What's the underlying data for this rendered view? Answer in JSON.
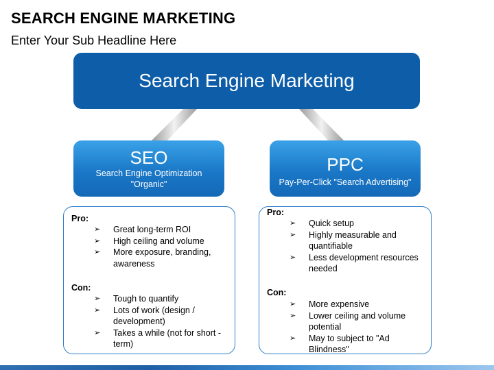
{
  "header": {
    "title": "SEARCH ENGINE MARKETING",
    "subtitle": "Enter Your Sub Headline Here"
  },
  "diagram": {
    "root": "Search Engine Marketing",
    "branches": [
      {
        "title": "SEO",
        "lines": [
          "Search Engine Optimization",
          "\"Organic\""
        ]
      },
      {
        "title": "PPC",
        "lines": [
          "Pay-Per-Click \"Search Advertising\""
        ]
      }
    ]
  },
  "panels": {
    "seo": {
      "pro_label": "Pro:",
      "pros": [
        "Great long-term ROI",
        "High ceiling and volume",
        "More exposure, branding, awareness"
      ],
      "con_label": "Con:",
      "cons": [
        "Tough to quantify",
        "Lots of work (design / development)",
        "Takes a while (not for short - term)"
      ]
    },
    "ppc": {
      "pro_label": "Pro:",
      "pros": [
        "Quick setup",
        "Highly measurable and quantifiable",
        "Less development resources needed"
      ],
      "con_label": "Con:",
      "cons": [
        "More expensive",
        "Lower ceiling and volume potential",
        "May to subject to \"Ad Blindness\""
      ]
    }
  },
  "icons": {
    "bullet": "checkmark-arrow-icon"
  },
  "colors": {
    "root_box": "#0e5da8",
    "branch_box": "#1a78c7",
    "panel_border": "#2a7cc7"
  }
}
